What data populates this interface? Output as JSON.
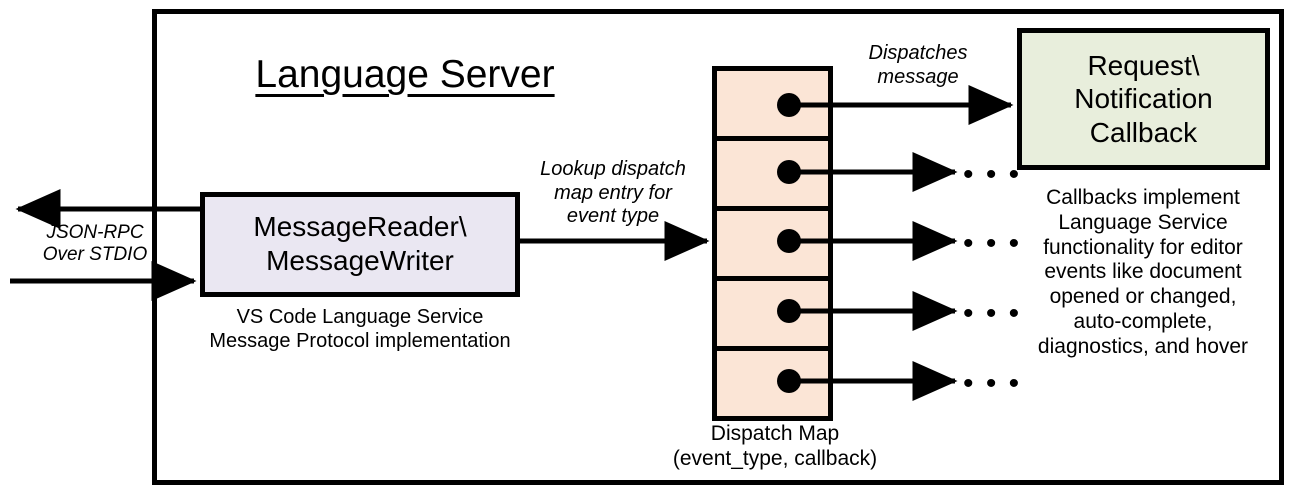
{
  "diagram": {
    "title": "Language Server",
    "outer_border_color": "#000000",
    "background": "#ffffff"
  },
  "message_io": {
    "box_label": "MessageReader\\\nMessageWriter",
    "box_fill": "#EAE7F2",
    "caption": "VS Code Language Service\nMessage Protocol implementation",
    "external_label": "JSON-RPC\nOver STDIO",
    "outbound_arrow": "arrow-left-to-client",
    "inbound_arrow": "arrow-right-from-client"
  },
  "lookup": {
    "label": "Lookup dispatch\nmap entry for\nevent type"
  },
  "dispatch_map": {
    "caption": "Dispatch Map\n(event_type, callback)",
    "cell_fill": "#FBE5D6",
    "cell_count": 5,
    "cells": [
      {
        "index": 0,
        "has_entry_dot": true,
        "target": "Request\\Notification Callback"
      },
      {
        "index": 1,
        "has_entry_dot": true,
        "target": "..."
      },
      {
        "index": 2,
        "has_entry_dot": true,
        "target": "..."
      },
      {
        "index": 3,
        "has_entry_dot": true,
        "target": "..."
      },
      {
        "index": 4,
        "has_entry_dot": true,
        "target": "..."
      }
    ],
    "ellipsis_glyph": "• • •"
  },
  "dispatch_arrow": {
    "label": "Dispatches\nmessage"
  },
  "callback": {
    "box_label": "Request\\\nNotification\nCallback",
    "box_fill": "#E8EEDC",
    "caption": "Callbacks implement\nLanguage Service\nfunctionality for editor\nevents like document\nopened or changed,\nauto-complete,\ndiagnostics, and hover"
  }
}
